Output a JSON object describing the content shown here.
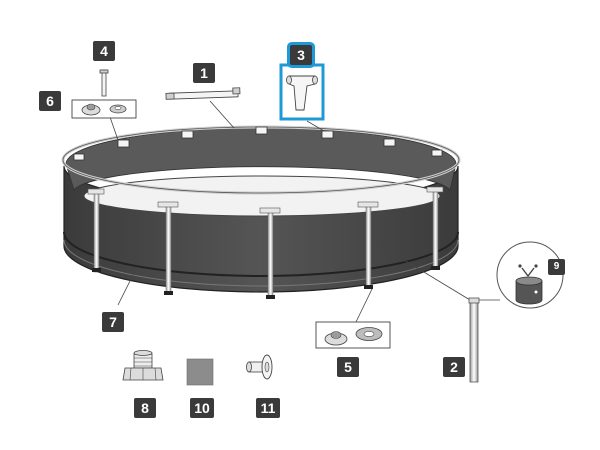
{
  "parts": [
    {
      "id": "1",
      "label": "1"
    },
    {
      "id": "2",
      "label": "2"
    },
    {
      "id": "3",
      "label": "3"
    },
    {
      "id": "4",
      "label": "4"
    },
    {
      "id": "5",
      "label": "5"
    },
    {
      "id": "6",
      "label": "6"
    },
    {
      "id": "7",
      "label": "7"
    },
    {
      "id": "8",
      "label": "8"
    },
    {
      "id": "9",
      "label": "9"
    },
    {
      "id": "10",
      "label": "10"
    },
    {
      "id": "11",
      "label": "11"
    }
  ],
  "highlighted_part": "3",
  "colors": {
    "highlight": "#1e9ad6",
    "label_bg": "#3a3a3a",
    "pool_wall": "#4a4a4a",
    "pool_wall_dark": "#2e2e2e",
    "water": "#f2f2f2",
    "rail": "#bdbdbd",
    "patch": "#8c8c8c"
  }
}
